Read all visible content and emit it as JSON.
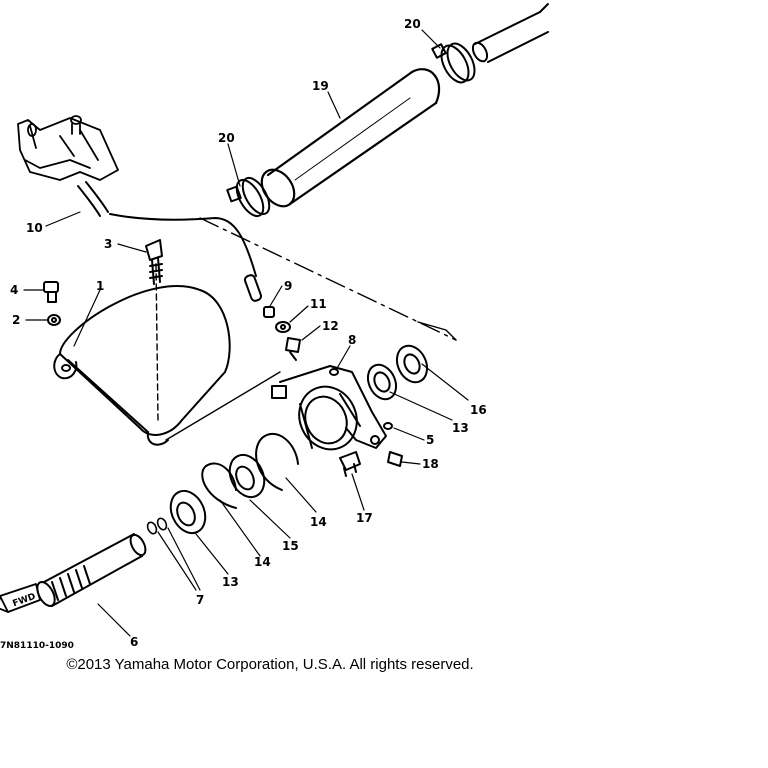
{
  "diagram": {
    "callouts": [
      {
        "id": "c1",
        "text": "1"
      },
      {
        "id": "c2",
        "text": "2"
      },
      {
        "id": "c3",
        "text": "3"
      },
      {
        "id": "c4",
        "text": "4"
      },
      {
        "id": "c5",
        "text": "5"
      },
      {
        "id": "c6",
        "text": "6"
      },
      {
        "id": "c7",
        "text": "7"
      },
      {
        "id": "c8",
        "text": "8"
      },
      {
        "id": "c9",
        "text": "9"
      },
      {
        "id": "c10",
        "text": "10"
      },
      {
        "id": "c11",
        "text": "11"
      },
      {
        "id": "c12",
        "text": "12"
      },
      {
        "id": "c13a",
        "text": "13"
      },
      {
        "id": "c13b",
        "text": "13"
      },
      {
        "id": "c14a",
        "text": "14"
      },
      {
        "id": "c14b",
        "text": "14"
      },
      {
        "id": "c15",
        "text": "15"
      },
      {
        "id": "c16",
        "text": "16"
      },
      {
        "id": "c17",
        "text": "17"
      },
      {
        "id": "c18",
        "text": "18"
      },
      {
        "id": "c19",
        "text": "19"
      },
      {
        "id": "c20a",
        "text": "20"
      },
      {
        "id": "c20b",
        "text": "20"
      }
    ],
    "part_code": "7N81110-1090",
    "fwd_label": "FWD",
    "colors": {
      "ink": "#000000",
      "paper": "#ffffff"
    }
  },
  "footer": {
    "copyright": "©2013 Yamaha Motor Corporation, U.S.A. All rights reserved."
  }
}
